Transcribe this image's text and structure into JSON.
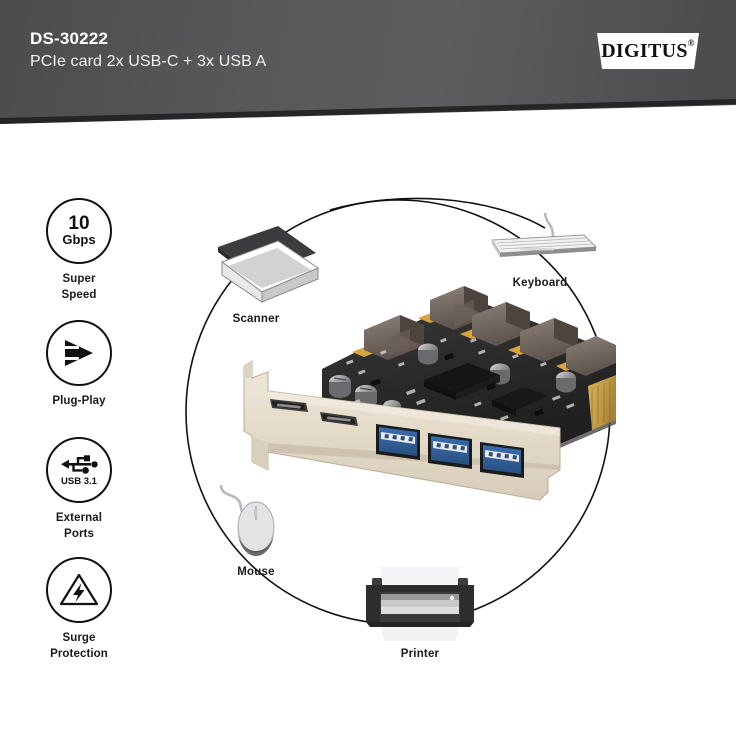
{
  "header": {
    "title": "DS-30222",
    "subtitle": "PCIe card 2x USB-C + 3x USB A",
    "logo": "DIGITUS",
    "logo_reg": "®",
    "bg_color": "#57575a",
    "text_color": "#ffffff"
  },
  "features": [
    {
      "icon": "speed-badge-icon",
      "value": "10",
      "unit": "Gbps",
      "label_line1": "Super",
      "label_line2": "Speed"
    },
    {
      "icon": "plug-play-arrow-icon",
      "value": "",
      "unit": "",
      "label_line1": "Plug-Play",
      "label_line2": ""
    },
    {
      "icon": "usb-trident-icon",
      "value": "",
      "unit": "USB 3.1",
      "label_line1": "External",
      "label_line2": "Ports"
    },
    {
      "icon": "surge-warning-icon",
      "value": "",
      "unit": "",
      "label_line1": "Surge",
      "label_line2": "Protection"
    }
  ],
  "devices": [
    {
      "name": "scanner-illustration",
      "label": "Scanner"
    },
    {
      "name": "keyboard-illustration",
      "label": "Keyboard"
    },
    {
      "name": "mouse-illustration",
      "label": "Mouse"
    },
    {
      "name": "printer-illustration",
      "label": "Printer"
    }
  ],
  "product": {
    "name": "pcie-expansion-card",
    "pcb_color": "#2b2b2b",
    "bracket_color": "#e6ddcd",
    "usb_a_port_color": "#2f5d99",
    "usb_c_port_color": "#3b3b3b",
    "gold_connector_color": "#c9a34e",
    "usb_c_count": 2,
    "usb_a_count": 3
  },
  "diagram": {
    "connector_color": "#111111",
    "background": "#ffffff"
  }
}
